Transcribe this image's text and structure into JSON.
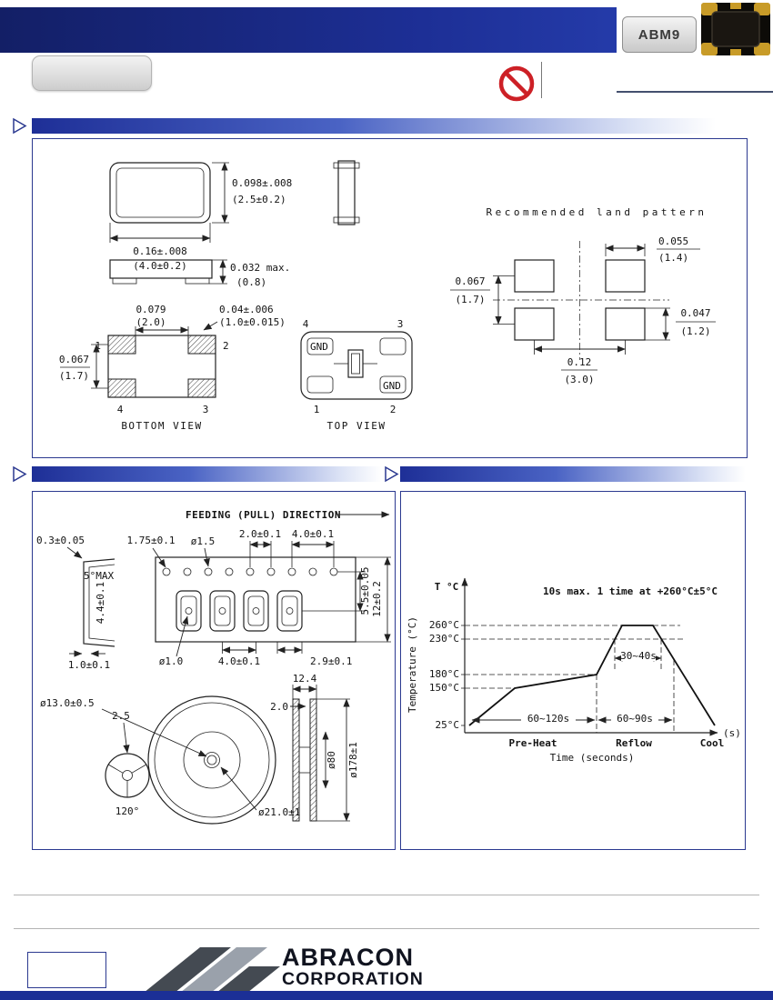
{
  "title_block": {
    "product": "ABM9"
  },
  "outline": {
    "dim_body_height": [
      "0.098±.008",
      "(2.5±0.2)"
    ],
    "dim_body_width": [
      "0.16±.008",
      "(4.0±0.2)"
    ],
    "dim_body_thickness": [
      "0.032 max.",
      "(0.8)"
    ],
    "dim_pad_gap": [
      "0.079",
      "(2.0)"
    ],
    "dim_pad_width": [
      "0.04±.006",
      "(1.0±0.015)"
    ],
    "dim_pad_row_pitch": [
      "0.067",
      "(1.7)"
    ],
    "bottom_pins": [
      "1",
      "2",
      "4",
      "3"
    ],
    "bottom_view_label": "BOTTOM VIEW",
    "top_pins": [
      "4",
      "3",
      "1",
      "2"
    ],
    "gnd_label": "GND",
    "top_view_label": "TOP VIEW",
    "land_pattern_title": "Recommended land pattern",
    "land_dim_pad_width": [
      "0.055",
      "(1.4)"
    ],
    "land_dim_row_pitch": [
      "0.067",
      "(1.7)"
    ],
    "land_dim_pad_height": [
      "0.047",
      "(1.2)"
    ],
    "land_dim_col_pitch": [
      "0.12",
      "(3.0)"
    ]
  },
  "tape_reel": {
    "feeding_label": "FEEDING (PULL) DIRECTION",
    "dim_cover_thickness": "0.3±0.05",
    "dim_hole_to_edge": "1.75±0.1",
    "dim_sprocket_hole": "ø1.5",
    "dim_sprocket_pitch": "2.0±0.1",
    "dim_pocket_pitch_top": "4.0±0.1",
    "dim_bend_angle": "5°MAX",
    "dim_pocket_width": "4.4±0.1",
    "dim_hole_to_pocket": "5.5±0.05",
    "dim_tape_width": "12±0.2",
    "dim_center_hole": "ø1.0",
    "dim_pocket_pitch": "4.0±0.1",
    "dim_pocket_length": "2.9±0.1",
    "dim_tape_thickness": "1.0±0.1",
    "dim_reel_width": "12.4",
    "dim_flange_gap": "2.0",
    "dim_arbor_hole": "ø13.0±0.5",
    "dim_key_slot": "2.5",
    "dim_hub_diameter": "ø80",
    "dim_reel_diameter": "ø178±1",
    "dim_hub_window": "ø21.0±1",
    "dim_key_angle": "120°"
  },
  "reflow": {
    "axis_title": "T °C",
    "peak_note": "10s max. 1 time at +260°C±5°C",
    "temp_labels": [
      "260°C",
      "230°C",
      "180°C",
      "150°C",
      "25°C"
    ],
    "y_axis_label": "Temperature (°C)",
    "duration_peak": "30~40s",
    "duration_preheat": "60~120s",
    "duration_reflow": "60~90s",
    "phase_labels": [
      "Pre-Heat",
      "Reflow",
      "Cool"
    ],
    "x_unit": "(s)",
    "x_axis_label": "Time (seconds)"
  },
  "footer": {
    "brand_name": "ABRACON",
    "brand_suffix": "CORPORATION"
  },
  "chart_data": {
    "type": "line",
    "title": "Solder reflow profile",
    "xlabel": "Time (seconds)",
    "ylabel": "Temperature (°C)",
    "y_ticks_c": [
      25,
      150,
      180,
      230,
      260
    ],
    "series": [
      {
        "name": "reflow-temperature",
        "points_time_s_temp_c": [
          [
            0,
            25
          ],
          [
            90,
            150
          ],
          [
            180,
            180
          ],
          [
            205,
            260
          ],
          [
            240,
            260
          ],
          [
            300,
            25
          ]
        ]
      }
    ],
    "annotations": [
      "10s max. 1 time at +260°C±5°C",
      "Pre-Heat: 60~120s",
      "Reflow (above 180°C): 60~90s",
      "Above 230°C: 30~40s"
    ],
    "legend": false,
    "grid": "dashed-reference-lines"
  }
}
